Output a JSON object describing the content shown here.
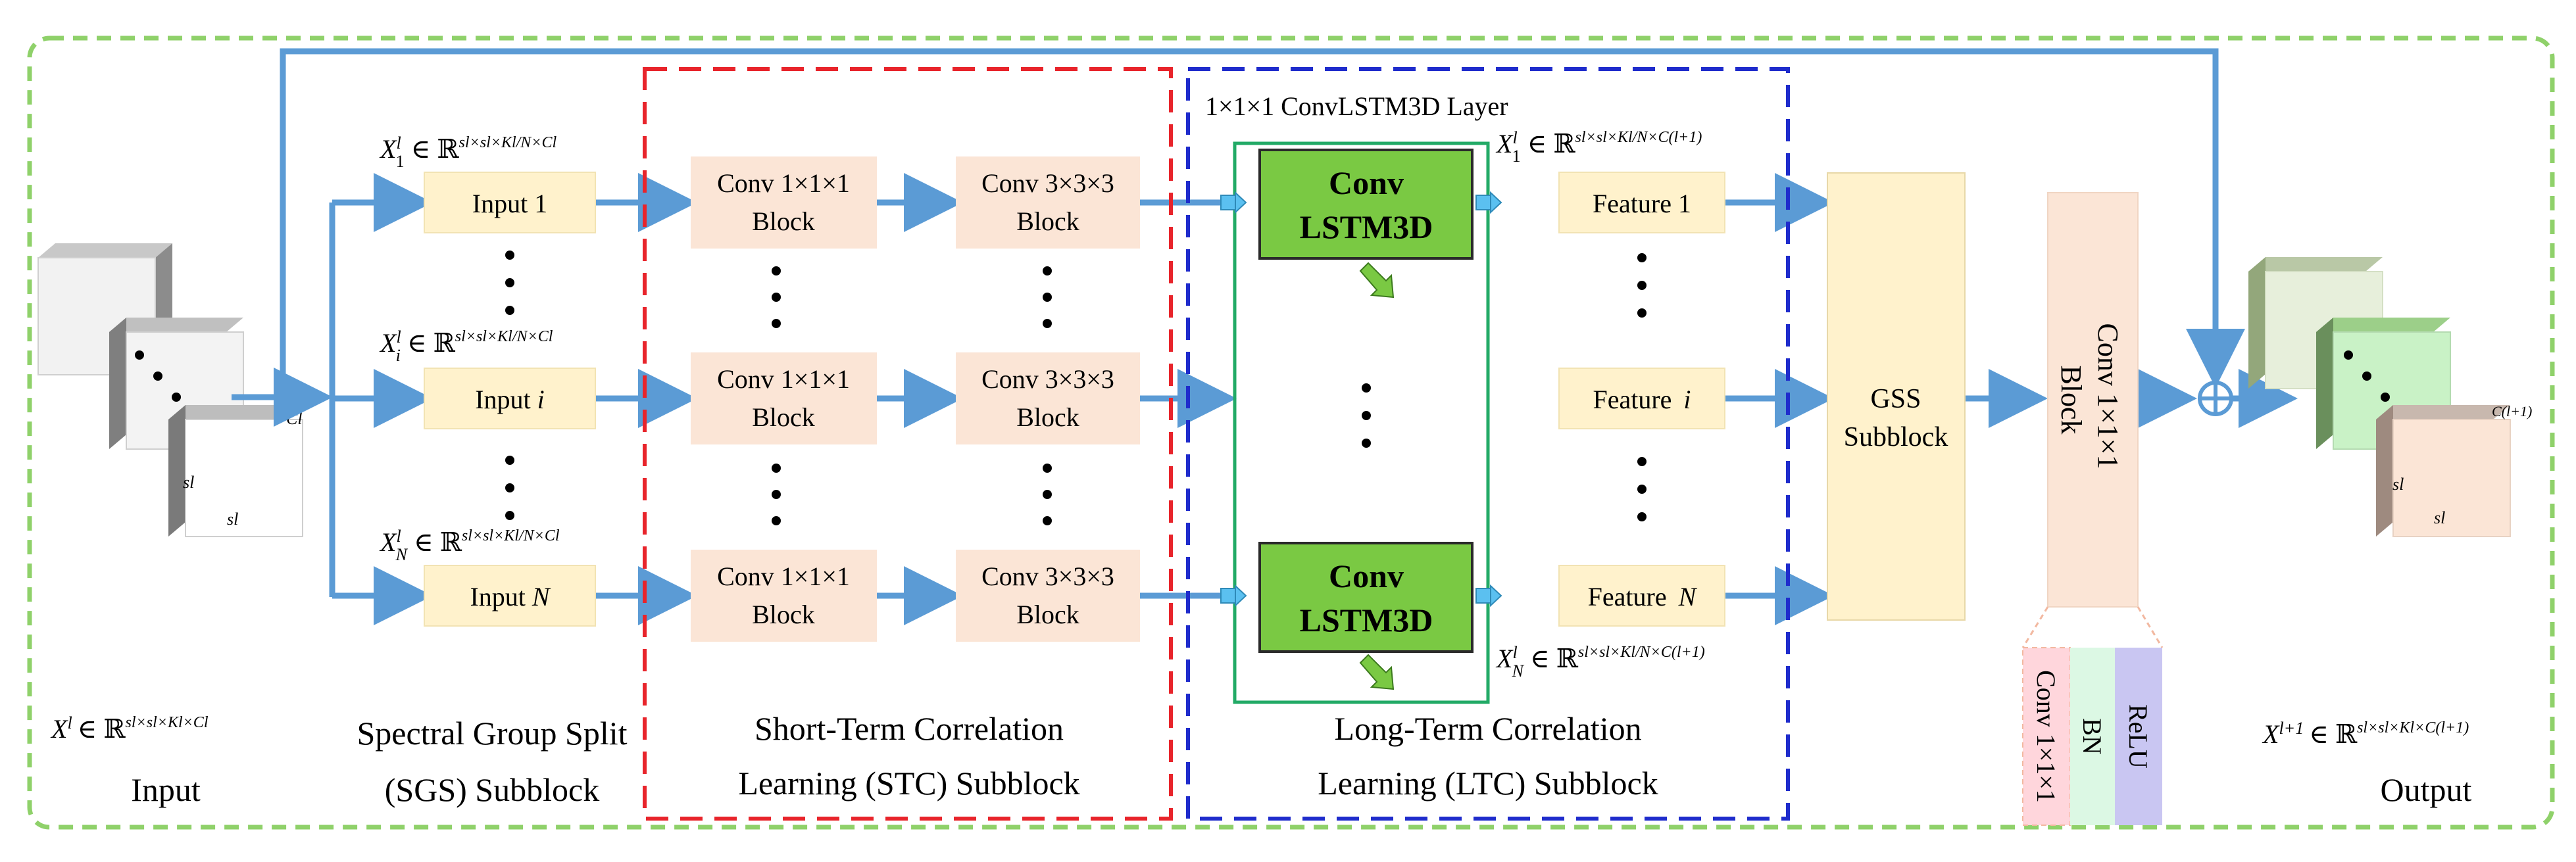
{
  "input": {
    "caption": "Input",
    "formula_var": "X",
    "formula_sup": "l",
    "formula_rest": "∈ ℝ",
    "formula_dims": "sl×sl×Kl×Cl",
    "cube_label_c": "Cl",
    "cube_label_s1": "sl",
    "cube_label_s2": "sl"
  },
  "sgs": {
    "title_line1": "Spectral Group Split",
    "title_line2": "(SGS) Subblock",
    "inputs": [
      "Input 1",
      "Input ",
      "Input "
    ],
    "input_italic": [
      "",
      "i",
      "N"
    ],
    "formulas": [
      {
        "sub": "1",
        "text": "∈ ℝ",
        "dims": "sl×sl×Kl/N×Cl"
      },
      {
        "sub": "i",
        "text": "∈ ℝ",
        "dims": "sl×sl×Kl/N×Cl"
      },
      {
        "sub": "N",
        "text": "∈ ℝ",
        "dims": "sl×sl×Kl/N×Cl"
      }
    ]
  },
  "stc": {
    "title_line1": "Short-Term Correlation",
    "title_line2": "Learning (STC) Subblock",
    "conv1_line1": "Conv 1×1×1",
    "conv1_line2": "Block",
    "conv3_line1": "Conv 3×3×3",
    "conv3_line2": "Block"
  },
  "ltc": {
    "layer_label": "1×1×1 ConvLSTM3D Layer",
    "title_line1": "Long-Term Correlation",
    "title_line2": "Learning (LTC) Subblock",
    "lstm_line1": "Conv",
    "lstm_line2": "LSTM3D",
    "features": [
      "Feature 1",
      "Feature ",
      "Feature "
    ],
    "feature_italic": [
      "",
      "i",
      "N"
    ],
    "formulas": [
      {
        "sub": "1",
        "text": "∈ ℝ",
        "dims": "sl×sl×Kl/N×C(l+1)"
      },
      {
        "sub": "N",
        "text": "∈ ℝ",
        "dims": "sl×sl×Kl/N×C(l+1)"
      }
    ]
  },
  "gss": {
    "line1": "GSS",
    "line2": "Subblock"
  },
  "final_conv": {
    "line1": "Conv 1×1×1",
    "line2": "Block"
  },
  "expansion": {
    "items": [
      "Conv 1×1×1",
      "BN",
      "ReLU"
    ]
  },
  "output": {
    "caption": "Output",
    "formula_var": "X",
    "formula_sup": "l+1",
    "formula_rest": "∈ ℝ",
    "formula_dims": "sl×sl×Kl×C(l+1)",
    "cube_label_c": "C(l+1)",
    "cube_label_s1": "sl",
    "cube_label_s2": "sl"
  },
  "colors": {
    "arrow": "#5b9bd5",
    "input_box": "#fff2cc",
    "conv_box": "#fbe5d6",
    "lstm_box": "#7ac943",
    "frame_green": "#8fd16a",
    "stc_frame": "#e8242b",
    "ltc_frame": "#1f2ccc",
    "lstm_frame": "#22aa66",
    "exp_conv": "#ffd6dc",
    "exp_bn": "#dcf8e4",
    "exp_relu": "#c9c6f2"
  }
}
